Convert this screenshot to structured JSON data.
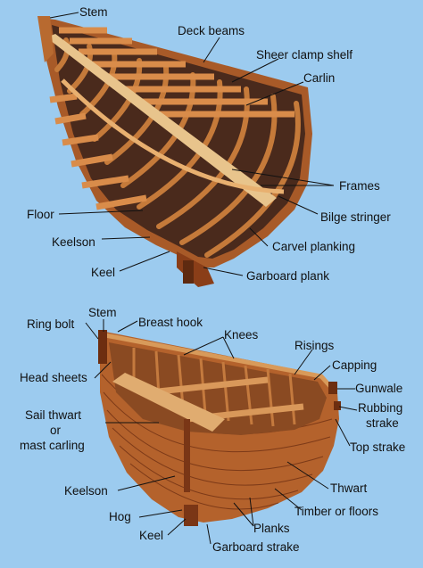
{
  "colors": {
    "background": "#9ccbef",
    "hull_dark": "#4a2a1c",
    "wood_mid": "#a85a28",
    "wood_light": "#d9a060",
    "wood_pale": "#e8c48c"
  },
  "upper_diagram": {
    "labels": {
      "stem": "Stem",
      "deck_beams": "Deck beams",
      "sheer_clamp_shelf": "Sheer clamp shelf",
      "carlin": "Carlin",
      "frames": "Frames",
      "floor": "Floor",
      "bilge_stringer": "Bilge stringer",
      "keelson": "Keelson",
      "carvel_planking": "Carvel planking",
      "keel": "Keel",
      "garboard_plank": "Garboard plank"
    }
  },
  "lower_diagram": {
    "labels": {
      "stem": "Stem",
      "breast_hook": "Breast hook",
      "knees": "Knees",
      "risings": "Risings",
      "ring_bolt": "Ring bolt",
      "capping": "Capping",
      "head_sheets": "Head sheets",
      "gunwale": "Gunwale",
      "rubbing_strake_1": "Rubbing",
      "rubbing_strake_2": "strake",
      "sail_thwart_1": "Sail thwart",
      "sail_thwart_2": "or",
      "sail_thwart_3": "mast carling",
      "top_strake": "Top strake",
      "keelson": "Keelson",
      "thwart": "Thwart",
      "timber_or_floors": "Timber or floors",
      "hog": "Hog",
      "planks": "Planks",
      "keel": "Keel",
      "garboard_strake": "Garboard strake"
    }
  }
}
